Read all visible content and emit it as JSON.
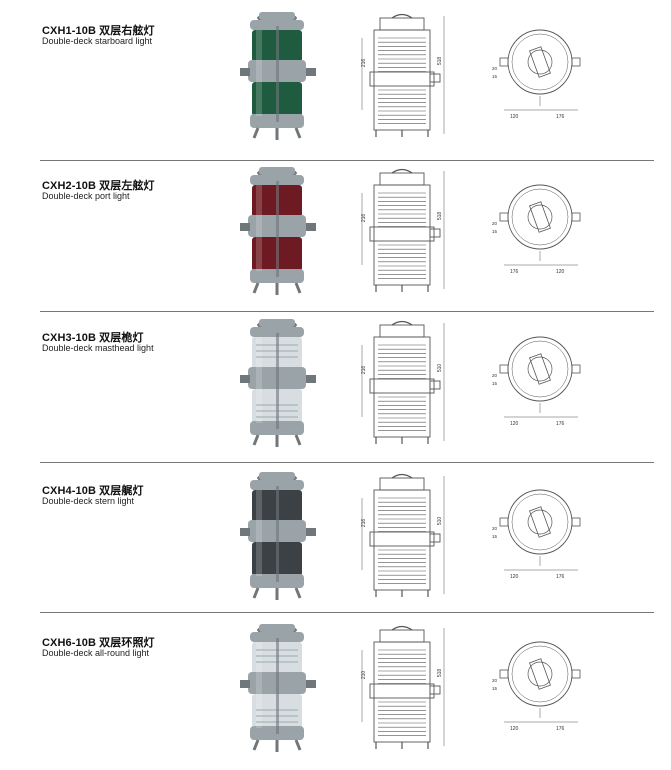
{
  "products": [
    {
      "model_cn": "CXH1-10B 双层右舷灯",
      "name_en": "Double-deck starboard light",
      "lens": "green",
      "height_total": "518",
      "height_inner": "216",
      "dim_left": "120",
      "dim_right": "176",
      "dim_small_a": "20",
      "dim_small_b": "15"
    },
    {
      "model_cn": "CXH2-10B 双层左舷灯",
      "name_en": "Double-deck port light",
      "lens": "red",
      "height_total": "518",
      "height_inner": "216",
      "dim_left": "176",
      "dim_right": "120",
      "dim_small_a": "20",
      "dim_small_b": "15"
    },
    {
      "model_cn": "CXH3-10B 双层桅灯",
      "name_en": "Double-deck masthead light",
      "lens": "clear",
      "height_total": "510",
      "height_inner": "216",
      "dim_left": "120",
      "dim_right": "176",
      "dim_small_a": "20",
      "dim_small_b": "15"
    },
    {
      "model_cn": "CXH4-10B 双层艉灯",
      "name_en": "Double-deck stern light",
      "lens": "dark",
      "height_total": "510",
      "height_inner": "216",
      "dim_left": "120",
      "dim_right": "176",
      "dim_small_a": "20",
      "dim_small_b": "15"
    },
    {
      "model_cn": "CXH6-10B 双层环照灯",
      "name_en": "Double-deck all-round light",
      "lens": "clear",
      "height_total": "518",
      "height_inner": "210",
      "dim_left": "120",
      "dim_right": "176",
      "dim_small_a": "20",
      "dim_small_b": "15"
    }
  ],
  "colors": {
    "housing": "#9aa3a7",
    "housing_dark": "#6f777b",
    "green_lens": "#1f5b3e",
    "red_lens": "#6e1a22",
    "clear_lens": "#d7dde0",
    "dark_lens": "#3b4144",
    "line": "#555555"
  }
}
